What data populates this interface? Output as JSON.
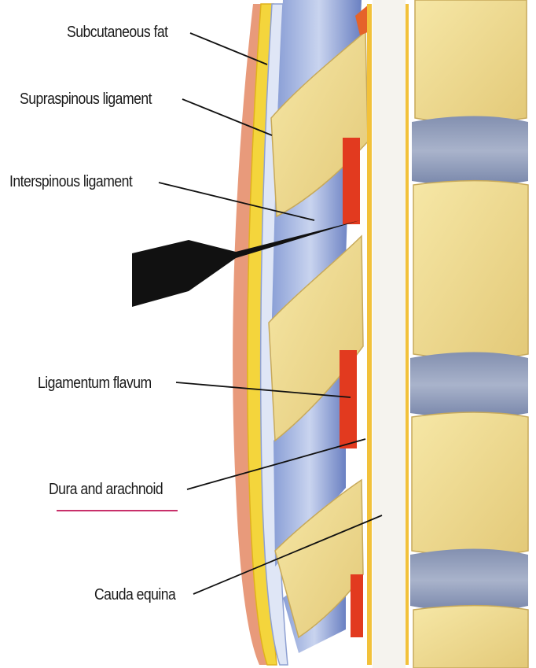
{
  "labels": {
    "subcutaneous_fat": "Subcutaneous fat",
    "supraspinous_ligament": "Supraspinous ligament",
    "interspinous_ligament": "Interspinous ligament",
    "ligamentum_flavum": "Ligamentum flavum",
    "dura_arachnoid": "Dura and arachnoid",
    "cauda_equina": "Cauda equina"
  },
  "colors": {
    "skin": "#e69a7c",
    "fat": "#f3d23a",
    "bone": "#ecd78a",
    "disc": "#8391b4",
    "ligament_blue": "#6f86c8",
    "flavum_red": "#e23a1f",
    "needle": "#111111",
    "dura_underline": "#c8306a"
  }
}
